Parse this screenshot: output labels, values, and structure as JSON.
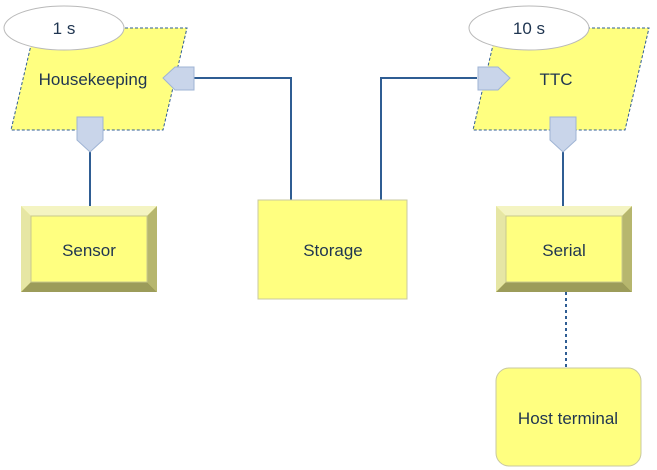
{
  "diagram": {
    "tasks": [
      {
        "name": "Housekeeping",
        "rate": "1 s"
      },
      {
        "name": "TTC",
        "rate": "10 s"
      }
    ],
    "devices": [
      {
        "name": "Sensor"
      },
      {
        "name": "Storage"
      },
      {
        "name": "Serial"
      },
      {
        "name": "Host terminal"
      }
    ]
  },
  "colors": {
    "fill": "#ffff80",
    "bevel_light": "#f4f4c2",
    "bevel_dark": "#9c9c5a",
    "line": "#2f5d93",
    "port": "#c9d5ea",
    "ellipse_stroke": "#b9b9b9"
  },
  "icons": {
    "port_left": "port-left-icon",
    "port_right": "port-right-icon",
    "port_down": "port-down-icon"
  }
}
